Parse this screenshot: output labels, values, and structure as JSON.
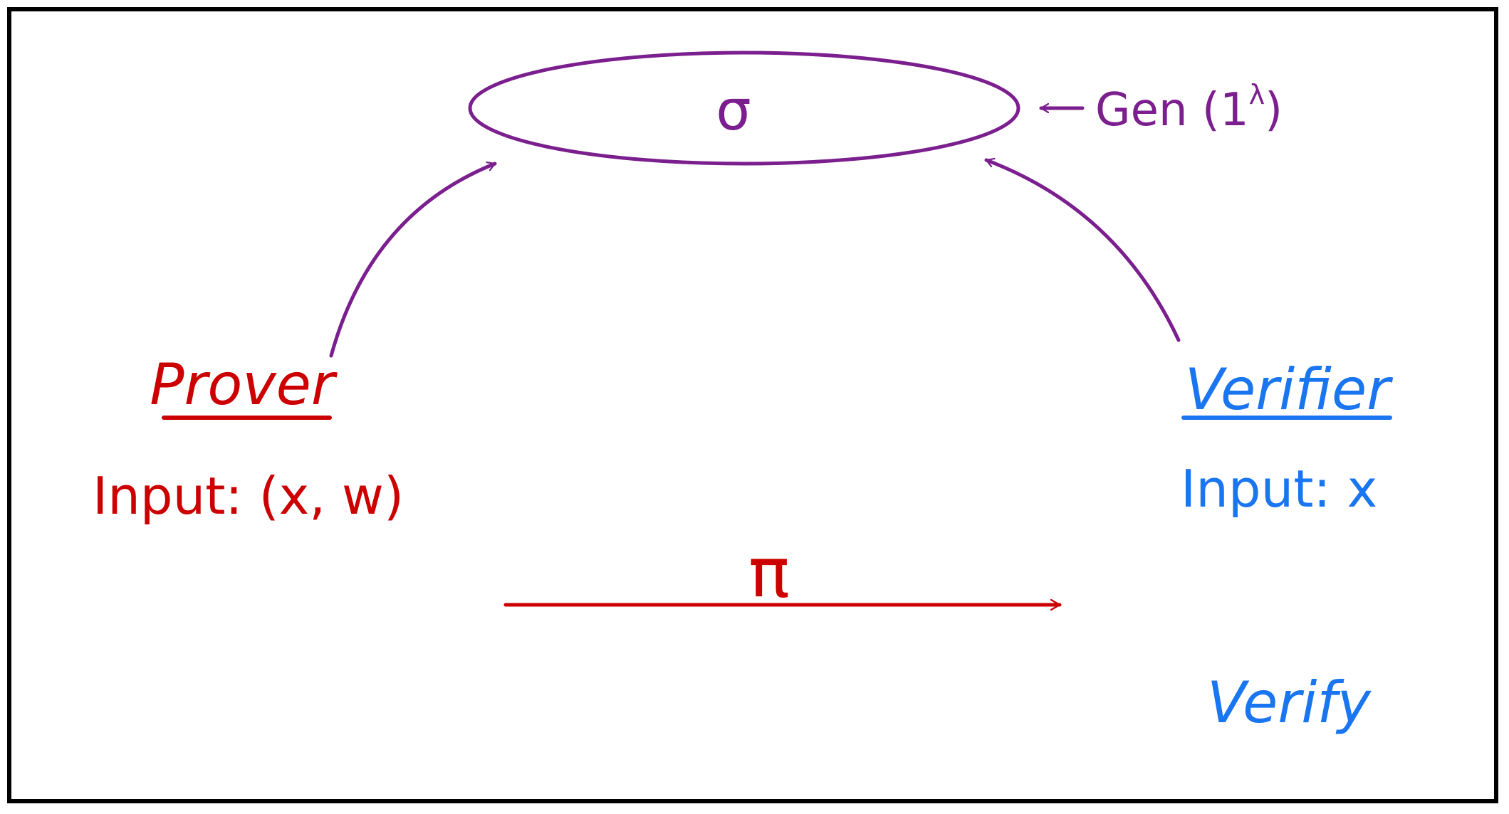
{
  "crs": {
    "symbol": "σ",
    "generator": "Gen (1^λ)",
    "generator_prefix": "Gen (1",
    "generator_sup": "λ",
    "generator_suffix": ")"
  },
  "prover": {
    "title": "Prover",
    "input": "Input: (x, w)"
  },
  "verifier": {
    "title": "Verifier",
    "input": "Input: x",
    "action": "Verify"
  },
  "proof": {
    "symbol": "π"
  },
  "colors": {
    "purple": "#7B1F8E",
    "red": "#CC0000",
    "blue": "#1A75F0",
    "frame": "#000000"
  }
}
